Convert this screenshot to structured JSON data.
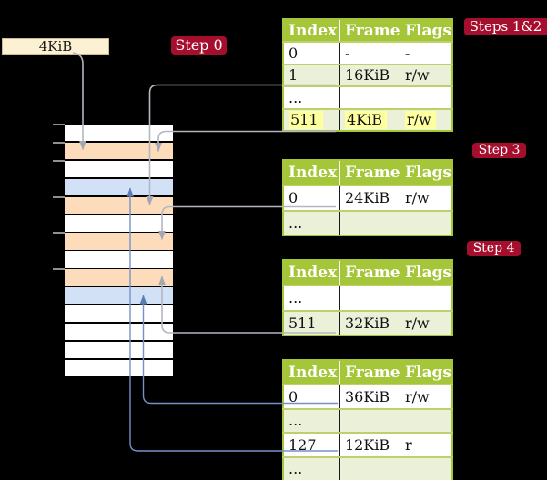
{
  "legend": {
    "label": "4KiB"
  },
  "steps": {
    "step0": "Step 0",
    "steps12": "Steps 1&2",
    "step3": "Step 3",
    "step4": "Step 4"
  },
  "memory_stack": {
    "rows": [
      "free",
      "table",
      "free",
      "data",
      "table",
      "free",
      "table",
      "free",
      "table",
      "data",
      "free",
      "free",
      "free",
      "free"
    ]
  },
  "tables": [
    {
      "id": "steps12",
      "headers": [
        "Index",
        "Frame",
        "Flags"
      ],
      "rows": [
        {
          "cells": [
            "0",
            "-",
            "-"
          ],
          "shaded": false,
          "highlight": false
        },
        {
          "cells": [
            "1",
            "16KiB",
            "r/w"
          ],
          "shaded": true,
          "highlight": false
        },
        {
          "cells": [
            "...",
            "",
            ""
          ],
          "shaded": false,
          "highlight": false
        },
        {
          "cells": [
            "511",
            "4KiB",
            "r/w"
          ],
          "shaded": true,
          "highlight": true
        }
      ]
    },
    {
      "id": "step3",
      "headers": [
        "Index",
        "Frame",
        "Flags"
      ],
      "rows": [
        {
          "cells": [
            "0",
            "24KiB",
            "r/w"
          ],
          "shaded": false,
          "highlight": false
        },
        {
          "cells": [
            "...",
            "",
            ""
          ],
          "shaded": true,
          "highlight": false
        }
      ]
    },
    {
      "id": "step4-upper",
      "headers": [
        "Index",
        "Frame",
        "Flags"
      ],
      "rows": [
        {
          "cells": [
            "...",
            "",
            ""
          ],
          "shaded": false,
          "highlight": false
        },
        {
          "cells": [
            "511",
            "32KiB",
            "r/w"
          ],
          "shaded": true,
          "highlight": false
        }
      ]
    },
    {
      "id": "step4-lower",
      "headers": [
        "Index",
        "Frame",
        "Flags"
      ],
      "rows": [
        {
          "cells": [
            "0",
            "36KiB",
            "r/w"
          ],
          "shaded": false,
          "highlight": false
        },
        {
          "cells": [
            "...",
            "",
            ""
          ],
          "shaded": true,
          "highlight": false
        },
        {
          "cells": [
            "127",
            "12KiB",
            "r"
          ],
          "shaded": false,
          "highlight": false
        },
        {
          "cells": [
            "...",
            "",
            ""
          ],
          "shaded": true,
          "highlight": false
        }
      ]
    }
  ],
  "colors": {
    "table_header": "#a6c639",
    "table_row_alt": "#ebf1d9",
    "highlight": "#feff9e",
    "frame_table": "#fcdcbb",
    "frame_data": "#d2e1f5",
    "frame_free": "#ffffff",
    "step_badge": "#a60e2e",
    "legend_bg": "#fcf1d2",
    "connector_gray": "#b4b7c0",
    "connector_gray_head": "#a3a7b4",
    "connector_blue": "#7492c8",
    "connector_blue_head": "#5d7cb5"
  }
}
